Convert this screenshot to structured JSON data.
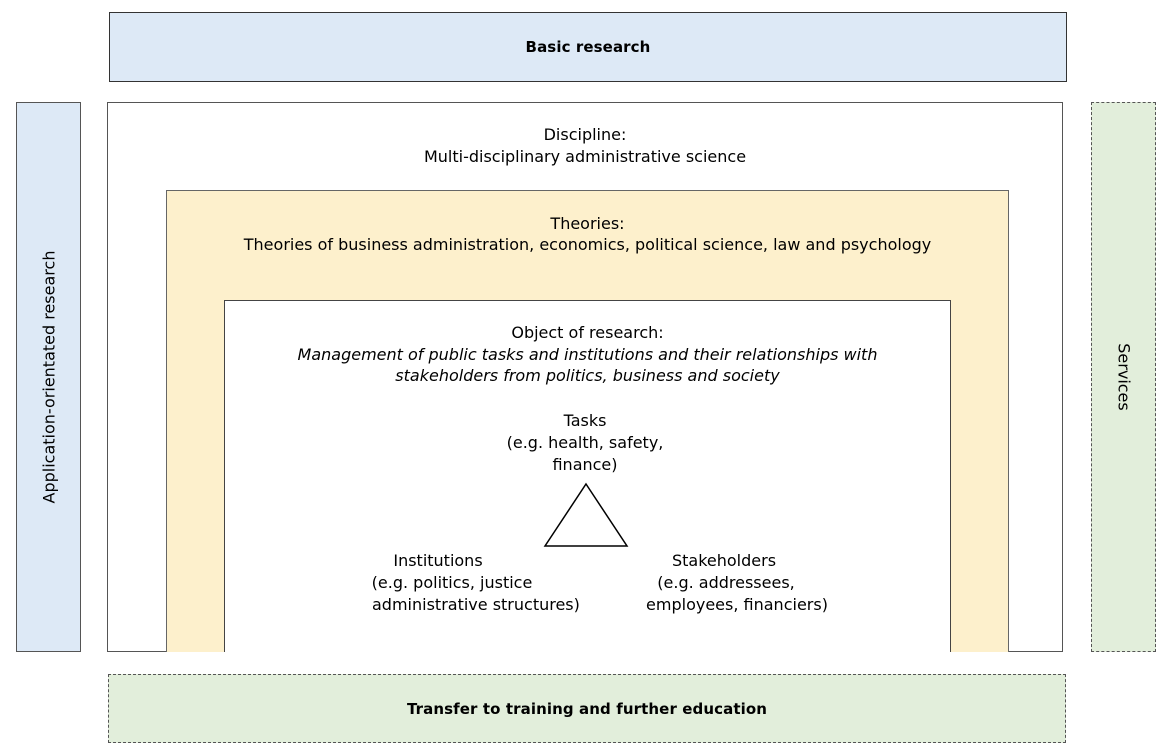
{
  "basic_research": "Basic research",
  "transfer": "Transfer to training and further education",
  "left_side": "Application-orientated research",
  "right_side": "Services",
  "discipline": {
    "heading": "Discipline:",
    "text": "Multi-disciplinary administrative science"
  },
  "theories": {
    "heading": "Theories:",
    "text": "Theories of business administration, economics, political science, law and psychology"
  },
  "object": {
    "heading": "Object of research:",
    "line1": "Management of public tasks and institutions and their relationships with",
    "line2": "stakeholders from politics, business and society"
  },
  "tasks": {
    "title": "Tasks",
    "line1": "(e.g. health, safety,",
    "line2": "finance)"
  },
  "institutions": {
    "title": "Institutions",
    "line1": "(e.g. politics, justice",
    "line2": "administrative structures)"
  },
  "stakeholders": {
    "title": "Stakeholders",
    "line1": "(e.g. addressees,",
    "line2": "employees, financiers)"
  }
}
